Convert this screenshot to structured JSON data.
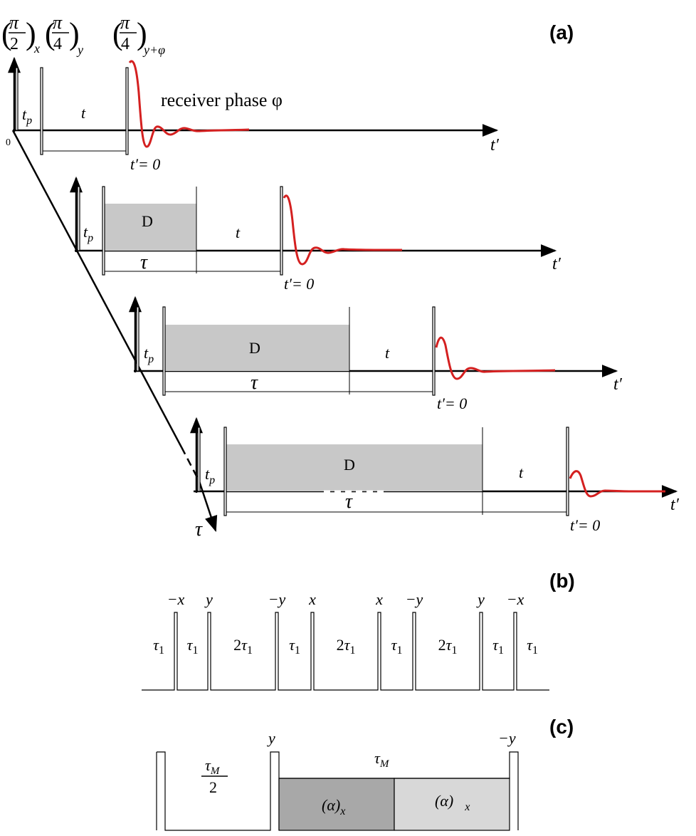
{
  "panel_labels": {
    "a": "(a)",
    "b": "(b)",
    "c": "(c)"
  },
  "colors": {
    "ink": "#000000",
    "fid": "#d42020",
    "d_block": "#c8c8c8",
    "alpha1": "#a8a8a8",
    "alpha2": "#d8d8d8"
  },
  "panel_a": {
    "pulse_labels": {
      "p1_frac_num": "π",
      "p1_frac_den": "2",
      "p1_sub": "x",
      "p2_frac_num": "π",
      "p2_frac_den": "4",
      "p2_sub": "y",
      "p3_frac_num": "π",
      "p3_frac_den": "4",
      "p3_sub": "y+φ"
    },
    "origin_label": "0",
    "receiver_phase": "receiver phase  φ",
    "rows": [
      {
        "tp": "t",
        "tp_sub": "p",
        "d": "",
        "t": "t",
        "tau": "",
        "t0": "t′= 0",
        "axis": "t′"
      },
      {
        "tp": "t",
        "tp_sub": "p",
        "d": "D",
        "t": "t",
        "tau": "τ",
        "t0": "t′= 0",
        "axis": "t′"
      },
      {
        "tp": "t",
        "tp_sub": "p",
        "d": "D",
        "t": "t",
        "tau": "τ",
        "t0": "t′= 0",
        "axis": "t′"
      },
      {
        "tp": "t",
        "tp_sub": "p",
        "d": "D",
        "t": "t",
        "tau": "τ",
        "t0": "t′= 0",
        "axis": "t′"
      }
    ],
    "tau_axis": "τ"
  },
  "panel_b": {
    "phases": [
      "−x",
      "y",
      "−y",
      "x",
      "x",
      "−y",
      "y",
      "−x"
    ],
    "intervals": [
      {
        "coef": "",
        "sym": "τ",
        "sub": "1"
      },
      {
        "coef": "",
        "sym": "τ",
        "sub": "1"
      },
      {
        "coef": "2",
        "sym": "τ",
        "sub": "1"
      },
      {
        "coef": "",
        "sym": "τ",
        "sub": "1"
      },
      {
        "coef": "2",
        "sym": "τ",
        "sub": "1"
      },
      {
        "coef": "",
        "sym": "τ",
        "sub": "1"
      },
      {
        "coef": "2",
        "sym": "τ",
        "sub": "1"
      },
      {
        "coef": "",
        "sym": "τ",
        "sub": "1"
      },
      {
        "coef": "",
        "sym": "τ",
        "sub": "1"
      }
    ]
  },
  "panel_c": {
    "phase_left": "y",
    "phase_right": "−y",
    "tau_m_frac": {
      "sym": "τ",
      "sub": "M",
      "den": "2"
    },
    "tau_m": {
      "sym": "τ",
      "sub": "M"
    },
    "alpha1": {
      "text": "(α)",
      "sub": "x"
    },
    "alpha2": {
      "text": "(α)",
      "sub": "x"
    }
  }
}
